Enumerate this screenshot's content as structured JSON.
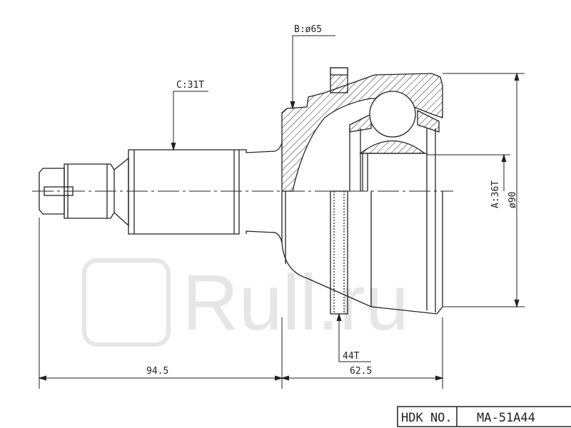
{
  "labels": {
    "spline_c": "C:31T",
    "diameter_b": "B:ø65",
    "spline_a": "A:36T",
    "diameter_outer": "ø90",
    "abs_teeth": "44T",
    "length_shaft": "94.5",
    "length_joint": "62.5"
  },
  "title_block": {
    "label": "HDK NO.",
    "part_number": "MA-51A44"
  },
  "watermark": "Rull.ru",
  "colors": {
    "line": "#222222",
    "watermark": "#e6e6e6"
  }
}
